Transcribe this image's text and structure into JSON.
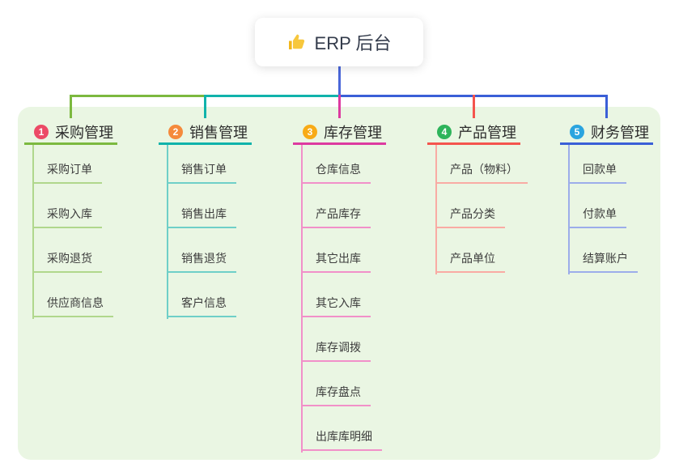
{
  "root": {
    "label": "ERP 后台",
    "icon": "thumbs-up-icon"
  },
  "panel_color": "#eaf6e3",
  "root_connector_color": "#4a67d9",
  "branches": [
    {
      "index": "1",
      "title": "采购管理",
      "badge_color": "#ec4a66",
      "line_color": "#7cb93f",
      "light_color": "#b0d78c",
      "children": [
        "采购订单",
        "采购入库",
        "采购退货",
        "供应商信息"
      ]
    },
    {
      "index": "2",
      "title": "销售管理",
      "badge_color": "#f58a3c",
      "line_color": "#10b3ab",
      "light_color": "#6fcfc8",
      "children": [
        "销售订单",
        "销售出库",
        "销售退货",
        "客户信息"
      ]
    },
    {
      "index": "3",
      "title": "库存管理",
      "badge_color": "#f8ab17",
      "line_color": "#dd3aa0",
      "light_color": "#f190c9",
      "children": [
        "仓库信息",
        "产品库存",
        "其它出库",
        "其它入库",
        "库存调拨",
        "库存盘点",
        "出库库明细"
      ]
    },
    {
      "index": "4",
      "title": "产品管理",
      "badge_color": "#2eb45b",
      "line_color": "#f4544d",
      "light_color": "#f9aba4",
      "children": [
        "产品（物料）",
        "产品分类",
        "产品单位"
      ]
    },
    {
      "index": "5",
      "title": "财务管理",
      "badge_color": "#2aa4df",
      "line_color": "#3a5fd7",
      "light_color": "#9cadea",
      "children": [
        "回款单",
        "付款单",
        "结算账户"
      ]
    }
  ]
}
